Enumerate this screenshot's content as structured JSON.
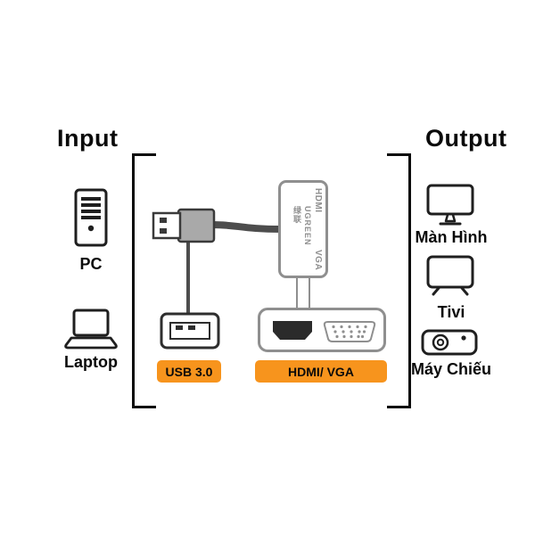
{
  "sections": {
    "input": {
      "title": "Input"
    },
    "output": {
      "title": "Output"
    }
  },
  "input_devices": [
    {
      "id": "pc",
      "label": "PC"
    },
    {
      "id": "laptop",
      "label": "Laptop"
    }
  ],
  "output_devices": [
    {
      "id": "monitor",
      "label": "Màn Hình"
    },
    {
      "id": "tv",
      "label": "Tivi"
    },
    {
      "id": "projector",
      "label": "Máy Chiếu"
    }
  ],
  "adapter": {
    "brand": "UGREEN 绿联",
    "hdmi_port_label": "HDMI",
    "vga_port_label": "VGA"
  },
  "badges": {
    "usb": "USB 3.0",
    "hdmi_vga": "HDMI/ VGA"
  },
  "colors": {
    "badge_orange": "#F7941D",
    "adapter_gray": "#8F8F8F",
    "cable_gray": "#4D4D4D",
    "icon_black": "#1F1F1F",
    "text_black": "#0A0A0A"
  }
}
